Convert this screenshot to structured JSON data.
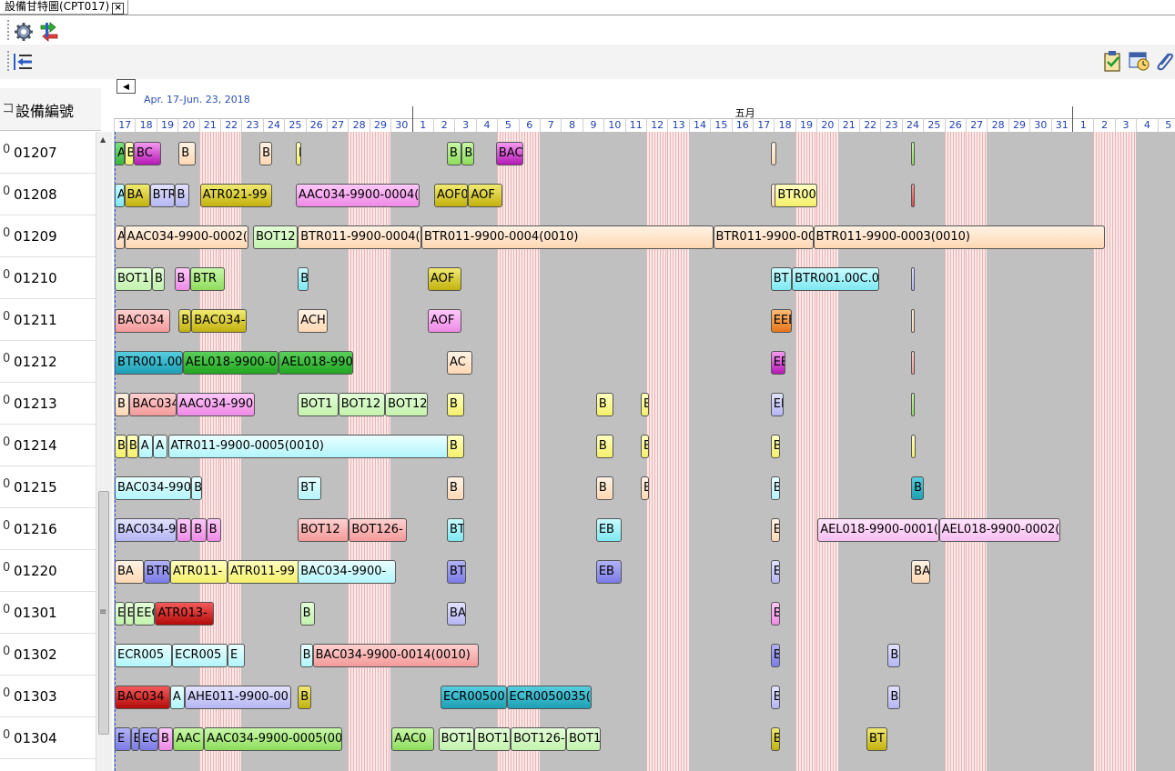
{
  "tab": {
    "title": "設備甘特圖(CPT017)",
    "close": "×"
  },
  "toolbar": {
    "icons": [
      "gear-icon",
      "refresh-arrows-icon",
      "indent-icon",
      "clipboard-check-icon",
      "calendar-clock-icon",
      "paperclip-icon"
    ]
  },
  "header": {
    "range_label": "Apr. 17-Jun. 23, 2018",
    "column_title": "設備編號",
    "months": [
      "五月"
    ],
    "days_apr": [
      "17",
      "18",
      "19",
      "20",
      "21",
      "22",
      "23",
      "24",
      "25",
      "26",
      "27",
      "28",
      "29",
      "30"
    ],
    "days_may": [
      "1",
      "2",
      "3",
      "4",
      "5",
      "6",
      "7",
      "8",
      "9",
      "10",
      "11",
      "12",
      "13",
      "14",
      "15",
      "16",
      "17",
      "18",
      "19",
      "20",
      "21",
      "22",
      "23",
      "24",
      "25",
      "26",
      "27",
      "28",
      "29",
      "30",
      "31"
    ],
    "days_jun": [
      "1",
      "2",
      "3",
      "4",
      "5"
    ]
  },
  "rows": [
    {
      "prefix": "0",
      "id": "01207",
      "bars": [
        {
          "t": "A",
          "d": 0,
          "w": 0.45,
          "c": "g1"
        },
        {
          "t": "B",
          "d": 0.45,
          "w": 0.45,
          "c": "y1"
        },
        {
          "t": "BC",
          "d": 0.9,
          "w": 1.3,
          "c": "m1"
        },
        {
          "t": "B",
          "d": 3,
          "w": 0.8,
          "c": "p1"
        },
        {
          "t": "B",
          "d": 6.8,
          "w": 0.6,
          "c": "p1"
        },
        {
          "t": "E",
          "d": 8.5,
          "w": 0.25,
          "c": "y1"
        },
        {
          "t": "B",
          "d": 15.6,
          "w": 0.7,
          "c": "g2"
        },
        {
          "t": "B",
          "d": 16.3,
          "w": 0.6,
          "c": "g2"
        },
        {
          "t": "BAC",
          "d": 17.9,
          "w": 1.3,
          "c": "m1"
        },
        {
          "t": "",
          "d": 30.8,
          "w": 0.25,
          "c": "p1"
        },
        {
          "t": "",
          "d": 37.4,
          "w": 0.15,
          "c": "g2"
        }
      ]
    },
    {
      "prefix": "0",
      "id": "01208",
      "bars": [
        {
          "t": "A",
          "d": 0,
          "w": 0.45,
          "c": "c1"
        },
        {
          "t": "BA",
          "d": 0.45,
          "w": 1.2,
          "c": "y2"
        },
        {
          "t": "BTR",
          "d": 1.65,
          "w": 1.15,
          "c": "l1"
        },
        {
          "t": "B",
          "d": 2.8,
          "w": 0.7,
          "c": "l1"
        },
        {
          "t": "ATR021-99",
          "d": 4,
          "w": 3.4,
          "c": "y2"
        },
        {
          "t": "AAC034-9900-0004(",
          "d": 8.5,
          "w": 5.8,
          "c": "m2"
        },
        {
          "t": "AOF0",
          "d": 15,
          "w": 1.6,
          "c": "y2"
        },
        {
          "t": "AOF",
          "d": 16.6,
          "w": 1.6,
          "c": "y2"
        },
        {
          "t": "",
          "d": 30.8,
          "w": 0.25,
          "c": "p1"
        },
        {
          "t": "BTR00",
          "d": 31,
          "w": 2,
          "c": "y1"
        },
        {
          "t": "",
          "d": 37.4,
          "w": 0.15,
          "c": "r1"
        }
      ]
    },
    {
      "prefix": "0",
      "id": "01209",
      "bars": [
        {
          "t": "A",
          "d": 0,
          "w": 0.45,
          "c": "p1"
        },
        {
          "t": "AAC034-9900-0002(",
          "d": 0.45,
          "w": 5.85,
          "c": "p1"
        },
        {
          "t": "BOT12",
          "d": 6.5,
          "w": 2.1,
          "c": "g3"
        },
        {
          "t": "BTR011-9900-0004(",
          "d": 8.6,
          "w": 5.8,
          "c": "p1"
        },
        {
          "t": "BTR011-9900-0004(0010)",
          "d": 14.4,
          "w": 13.7,
          "c": "p1"
        },
        {
          "t": "BTR011-9900-00",
          "d": 28.1,
          "w": 4.7,
          "c": "p1"
        },
        {
          "t": "BTR011-9900-0003(0010)",
          "d": 32.8,
          "w": 13.7,
          "c": "p1"
        }
      ]
    },
    {
      "prefix": "0",
      "id": "01210",
      "bars": [
        {
          "t": "BOT1",
          "d": 0,
          "w": 1.75,
          "c": "g3"
        },
        {
          "t": "B",
          "d": 1.75,
          "w": 0.6,
          "c": "g3"
        },
        {
          "t": "B",
          "d": 2.8,
          "w": 0.75,
          "c": "m2"
        },
        {
          "t": "BTR",
          "d": 3.55,
          "w": 1.6,
          "c": "g2"
        },
        {
          "t": "B",
          "d": 8.6,
          "w": 0.5,
          "c": "c1"
        },
        {
          "t": "AOF",
          "d": 14.7,
          "w": 1.6,
          "c": "y2"
        },
        {
          "t": "BT",
          "d": 30.8,
          "w": 1,
          "c": "c1"
        },
        {
          "t": "BTR001.00C.0",
          "d": 31.8,
          "w": 4.1,
          "c": "c1"
        },
        {
          "t": "",
          "d": 37.4,
          "w": 0.15,
          "c": "l1"
        }
      ]
    },
    {
      "prefix": "0",
      "id": "01211",
      "bars": [
        {
          "t": "BAC034",
          "d": 0,
          "w": 2.6,
          "c": "r2"
        },
        {
          "t": "B",
          "d": 3,
          "w": 0.6,
          "c": "y2"
        },
        {
          "t": "BAC034-",
          "d": 3.6,
          "w": 2.6,
          "c": "y2"
        },
        {
          "t": "ACH",
          "d": 8.6,
          "w": 1.4,
          "c": "p1"
        },
        {
          "t": "AOF",
          "d": 14.7,
          "w": 1.6,
          "c": "m2"
        },
        {
          "t": "EEB",
          "d": 30.8,
          "w": 1,
          "c": "o1"
        },
        {
          "t": "",
          "d": 37.4,
          "w": 0.15,
          "c": "p1"
        }
      ]
    },
    {
      "prefix": "0",
      "id": "01212",
      "bars": [
        {
          "t": "BTR001.00",
          "d": 0,
          "w": 3.2,
          "c": "t1"
        },
        {
          "t": "AEL018-9900-0",
          "d": 3.2,
          "w": 4.5,
          "c": "gd"
        },
        {
          "t": "AEL018-990",
          "d": 7.7,
          "w": 3.5,
          "c": "gd"
        },
        {
          "t": "AC",
          "d": 15.6,
          "w": 1.2,
          "c": "p1"
        },
        {
          "t": "EB",
          "d": 30.8,
          "w": 0.7,
          "c": "m1"
        },
        {
          "t": "",
          "d": 37.4,
          "w": 0.15,
          "c": "r2"
        }
      ]
    },
    {
      "prefix": "0",
      "id": "01213",
      "bars": [
        {
          "t": "B",
          "d": 0,
          "w": 0.7,
          "c": "p1"
        },
        {
          "t": "BAC034",
          "d": 0.7,
          "w": 2.2,
          "c": "r2"
        },
        {
          "t": "AAC034-990",
          "d": 2.9,
          "w": 3.7,
          "c": "m2"
        },
        {
          "t": "BOT1",
          "d": 8.6,
          "w": 1.9,
          "c": "g3"
        },
        {
          "t": "BOT12",
          "d": 10.5,
          "w": 2.2,
          "c": "g3"
        },
        {
          "t": "BOT12",
          "d": 12.7,
          "w": 2,
          "c": "g3"
        },
        {
          "t": "B",
          "d": 15.6,
          "w": 0.8,
          "c": "y1"
        },
        {
          "t": "B",
          "d": 22.6,
          "w": 0.8,
          "c": "y1"
        },
        {
          "t": "B",
          "d": 24.7,
          "w": 0.4,
          "c": "y1"
        },
        {
          "t": "EE",
          "d": 30.8,
          "w": 0.6,
          "c": "l1"
        },
        {
          "t": "",
          "d": 37.4,
          "w": 0.15,
          "c": "g2"
        }
      ]
    },
    {
      "prefix": "0",
      "id": "01214",
      "bars": [
        {
          "t": "B",
          "d": 0,
          "w": 0.55,
          "c": "y1"
        },
        {
          "t": "B",
          "d": 0.55,
          "w": 0.55,
          "c": "y1"
        },
        {
          "t": "A",
          "d": 1.1,
          "w": 0.7,
          "c": "c2"
        },
        {
          "t": "A",
          "d": 1.8,
          "w": 0.7,
          "c": "c2"
        },
        {
          "t": "ATR011-9900-0005(0010)",
          "d": 2.5,
          "w": 13.2,
          "c": "c2"
        },
        {
          "t": "B",
          "d": 15.6,
          "w": 0.8,
          "c": "y1"
        },
        {
          "t": "B",
          "d": 22.6,
          "w": 0.8,
          "c": "y1"
        },
        {
          "t": "B",
          "d": 24.7,
          "w": 0.4,
          "c": "y1"
        },
        {
          "t": "B",
          "d": 30.8,
          "w": 0.45,
          "c": "y1"
        },
        {
          "t": "E",
          "d": 37.4,
          "w": 0.2,
          "c": "y1"
        }
      ]
    },
    {
      "prefix": "0",
      "id": "01215",
      "bars": [
        {
          "t": "BAC034-990",
          "d": 0,
          "w": 3.6,
          "c": "c2"
        },
        {
          "t": "B",
          "d": 3.6,
          "w": 0.5,
          "c": "c2"
        },
        {
          "t": "BT",
          "d": 8.6,
          "w": 1.1,
          "c": "c2"
        },
        {
          "t": "B",
          "d": 15.6,
          "w": 0.8,
          "c": "p1"
        },
        {
          "t": "B",
          "d": 22.6,
          "w": 0.8,
          "c": "p1"
        },
        {
          "t": "B",
          "d": 24.7,
          "w": 0.4,
          "c": "p1"
        },
        {
          "t": "B",
          "d": 30.8,
          "w": 0.45,
          "c": "c2"
        },
        {
          "t": "B",
          "d": 37.4,
          "w": 0.6,
          "c": "t1"
        }
      ]
    },
    {
      "prefix": "0",
      "id": "01216",
      "bars": [
        {
          "t": "BAC034-9",
          "d": 0,
          "w": 2.9,
          "c": "l1"
        },
        {
          "t": "B",
          "d": 2.9,
          "w": 0.7,
          "c": "m2"
        },
        {
          "t": "B",
          "d": 3.6,
          "w": 0.7,
          "c": "m2"
        },
        {
          "t": "B",
          "d": 4.3,
          "w": 0.7,
          "c": "m2"
        },
        {
          "t": "BOT12",
          "d": 8.6,
          "w": 2.4,
          "c": "r2"
        },
        {
          "t": "BOT126-",
          "d": 11,
          "w": 2.7,
          "c": "r2"
        },
        {
          "t": "BT",
          "d": 15.6,
          "w": 0.8,
          "c": "c1"
        },
        {
          "t": "EB",
          "d": 22.6,
          "w": 1.2,
          "c": "c1"
        },
        {
          "t": "E",
          "d": 30.8,
          "w": 0.45,
          "c": "p1"
        },
        {
          "t": "AEL018-9900-0001(",
          "d": 33,
          "w": 5.7,
          "c": "m3"
        },
        {
          "t": "AEL018-9900-0002(",
          "d": 38.7,
          "w": 5.7,
          "c": "m3"
        }
      ]
    },
    {
      "prefix": "0",
      "id": "01220",
      "bars": [
        {
          "t": "BA",
          "d": 0,
          "w": 1.35,
          "c": "p1"
        },
        {
          "t": "BTR",
          "d": 1.35,
          "w": 1.25,
          "c": "l2"
        },
        {
          "t": "ATR011-",
          "d": 2.6,
          "w": 2.7,
          "c": "y1"
        },
        {
          "t": "ATR011-99",
          "d": 5.3,
          "w": 3.4,
          "c": "y1"
        },
        {
          "t": "BAC034-9900-",
          "d": 8.6,
          "w": 4.6,
          "c": "c2"
        },
        {
          "t": "BT",
          "d": 15.6,
          "w": 0.9,
          "c": "l2"
        },
        {
          "t": "EB",
          "d": 22.6,
          "w": 1.2,
          "c": "l2"
        },
        {
          "t": "E",
          "d": 30.8,
          "w": 0.45,
          "c": "l1"
        },
        {
          "t": "BA",
          "d": 37.4,
          "w": 0.9,
          "c": "p1"
        }
      ]
    },
    {
      "prefix": "0",
      "id": "01301",
      "bars": [
        {
          "t": "E",
          "d": 0,
          "w": 0.45,
          "c": "g3"
        },
        {
          "t": "E",
          "d": 0.45,
          "w": 0.45,
          "c": "g3"
        },
        {
          "t": "EEC",
          "d": 0.9,
          "w": 1,
          "c": "g3"
        },
        {
          "t": "ATR013-",
          "d": 1.9,
          "w": 2.75,
          "c": "rd"
        },
        {
          "t": "B",
          "d": 8.7,
          "w": 0.7,
          "c": "g3"
        },
        {
          "t": "BA",
          "d": 15.6,
          "w": 0.9,
          "c": "l1"
        },
        {
          "t": "B",
          "d": 30.8,
          "w": 0.45,
          "c": "m2"
        }
      ]
    },
    {
      "prefix": "0",
      "id": "01302",
      "bars": [
        {
          "t": "ECR005",
          "d": 0,
          "w": 2.7,
          "c": "c2"
        },
        {
          "t": "ECR005",
          "d": 2.7,
          "w": 2.6,
          "c": "c2"
        },
        {
          "t": "E",
          "d": 5.3,
          "w": 0.8,
          "c": "c2"
        },
        {
          "t": "B",
          "d": 8.7,
          "w": 0.6,
          "c": "c2"
        },
        {
          "t": "BAC034-9900-0014(0010)",
          "d": 9.3,
          "w": 7.8,
          "c": "r2"
        },
        {
          "t": "B",
          "d": 30.8,
          "w": 0.45,
          "c": "l2"
        },
        {
          "t": "B",
          "d": 36.3,
          "w": 0.6,
          "c": "l1"
        }
      ]
    },
    {
      "prefix": "0",
      "id": "01303",
      "bars": [
        {
          "t": "BAC034",
          "d": 0,
          "w": 2.6,
          "c": "rd"
        },
        {
          "t": "A",
          "d": 2.6,
          "w": 0.7,
          "c": "c2"
        },
        {
          "t": "AHE011-9900-00",
          "d": 3.3,
          "w": 5,
          "c": "l1"
        },
        {
          "t": "B",
          "d": 8.6,
          "w": 0.65,
          "c": "y2"
        },
        {
          "t": "ECR00500",
          "d": 15.3,
          "w": 3.1,
          "c": "t1"
        },
        {
          "t": "ECR0050035(",
          "d": 18.4,
          "w": 4,
          "c": "t1"
        },
        {
          "t": "B",
          "d": 30.8,
          "w": 0.45,
          "c": "l1"
        },
        {
          "t": "B",
          "d": 36.3,
          "w": 0.6,
          "c": "l1"
        }
      ]
    },
    {
      "prefix": "0",
      "id": "01304",
      "bars": [
        {
          "t": "E",
          "d": 0,
          "w": 0.75,
          "c": "l2"
        },
        {
          "t": "E",
          "d": 0.75,
          "w": 0.4,
          "c": "l2"
        },
        {
          "t": "EC",
          "d": 1.15,
          "w": 0.9,
          "c": "l2"
        },
        {
          "t": "B",
          "d": 2.05,
          "w": 0.7,
          "c": "m2"
        },
        {
          "t": "AAC",
          "d": 2.75,
          "w": 1.45,
          "c": "g2"
        },
        {
          "t": "AAC034-9900-0005(00",
          "d": 4.2,
          "w": 6.5,
          "c": "g2"
        },
        {
          "t": "AAC0",
          "d": 13,
          "w": 2,
          "c": "g2"
        },
        {
          "t": "BOT1",
          "d": 15.2,
          "w": 1.7,
          "c": "g3"
        },
        {
          "t": "BOT1",
          "d": 16.9,
          "w": 1.7,
          "c": "g3"
        },
        {
          "t": "BOT126-",
          "d": 18.6,
          "w": 2.6,
          "c": "g3"
        },
        {
          "t": "BOT1",
          "d": 21.2,
          "w": 1.6,
          "c": "g3"
        },
        {
          "t": "B",
          "d": 30.8,
          "w": 0.45,
          "c": "y2"
        },
        {
          "t": "BT",
          "d": 35.3,
          "w": 1,
          "c": "y2"
        }
      ]
    }
  ],
  "colors": {
    "g1": [
      "#7fe27f",
      "#36b436"
    ],
    "g2": [
      "#c8f7a8",
      "#8edd5c"
    ],
    "g3": [
      "#e4ffd8",
      "#c4f2ae"
    ],
    "gd": [
      "#5ad05a",
      "#22a522"
    ],
    "y1": [
      "#ffffc0",
      "#f4f06a"
    ],
    "y2": [
      "#f1ea70",
      "#c2b10e"
    ],
    "m1": [
      "#f49af0",
      "#b418b4"
    ],
    "m2": [
      "#ffc8fa",
      "#ee8ae6"
    ],
    "m3": [
      "#ffe4fc",
      "#f7bff1"
    ],
    "c1": [
      "#c9fbff",
      "#7ee8f2"
    ],
    "c2": [
      "#eaffff",
      "#b2f5fb"
    ],
    "t1": [
      "#57cde0",
      "#1d9fb3"
    ],
    "l1": [
      "#e2e2ff",
      "#b5b5f3"
    ],
    "l2": [
      "#b2b2f8",
      "#7b7be6"
    ],
    "p1": [
      "#fff2e4",
      "#ffd8b4"
    ],
    "o1": [
      "#ffba74",
      "#e6761b"
    ],
    "r1": [
      "#ff9a9a",
      "#e04646"
    ],
    "r2": [
      "#ffd0d0",
      "#f39a9a"
    ],
    "rd": [
      "#f35a5a",
      "#b40a0a"
    ]
  }
}
